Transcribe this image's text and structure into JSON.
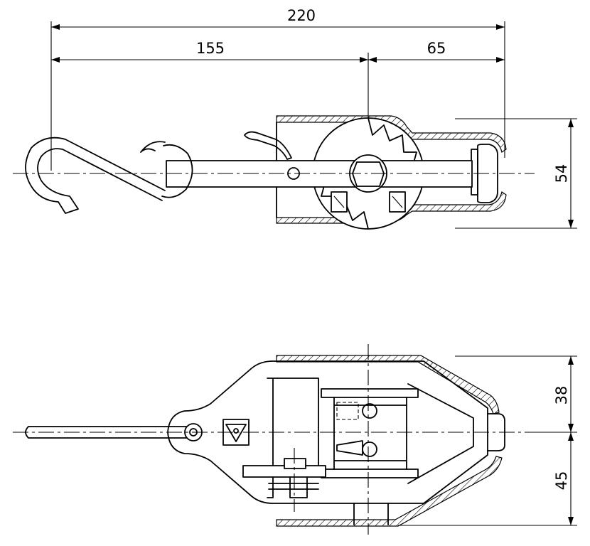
{
  "dimensions": {
    "overall_length": "220",
    "hook_to_axis": "155",
    "axis_to_end": "65",
    "housing_height": "54",
    "upper_offset": "38",
    "lower_offset": "45"
  }
}
